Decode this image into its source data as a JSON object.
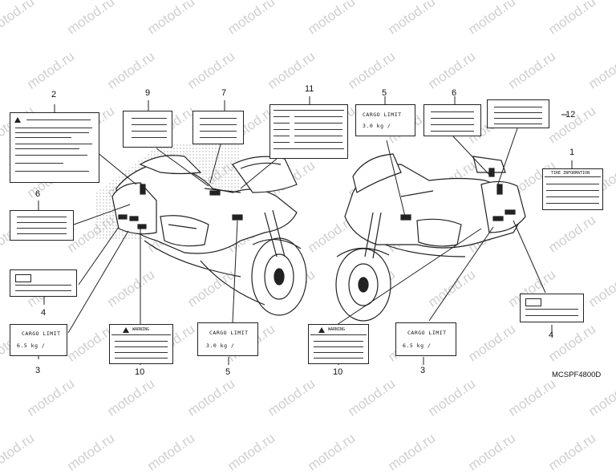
{
  "watermark": "motod.ru",
  "diagram_code": "MCSPF4800D",
  "callouts": {
    "n1": "1",
    "n2": "2",
    "n3a": "3",
    "n3b": "3",
    "n4a": "4",
    "n4b": "4",
    "n5a": "5",
    "n5b": "5",
    "n6a": "6",
    "n6b": "6",
    "n7": "7",
    "n9": "9",
    "n10a": "10",
    "n10b": "10",
    "n11": "11",
    "n12": "12"
  },
  "labels": {
    "cargo_title": "CARGO LIMIT",
    "cargo_top_value": "3.0 kg  /",
    "cargo_left_value": "6.5 kg  /",
    "cargo_mid_value": "3.0 kg  /",
    "cargo_right_value": "6.5 kg  /",
    "warning": "WARNING",
    "tire_info": "TIRE INFORMATION"
  }
}
